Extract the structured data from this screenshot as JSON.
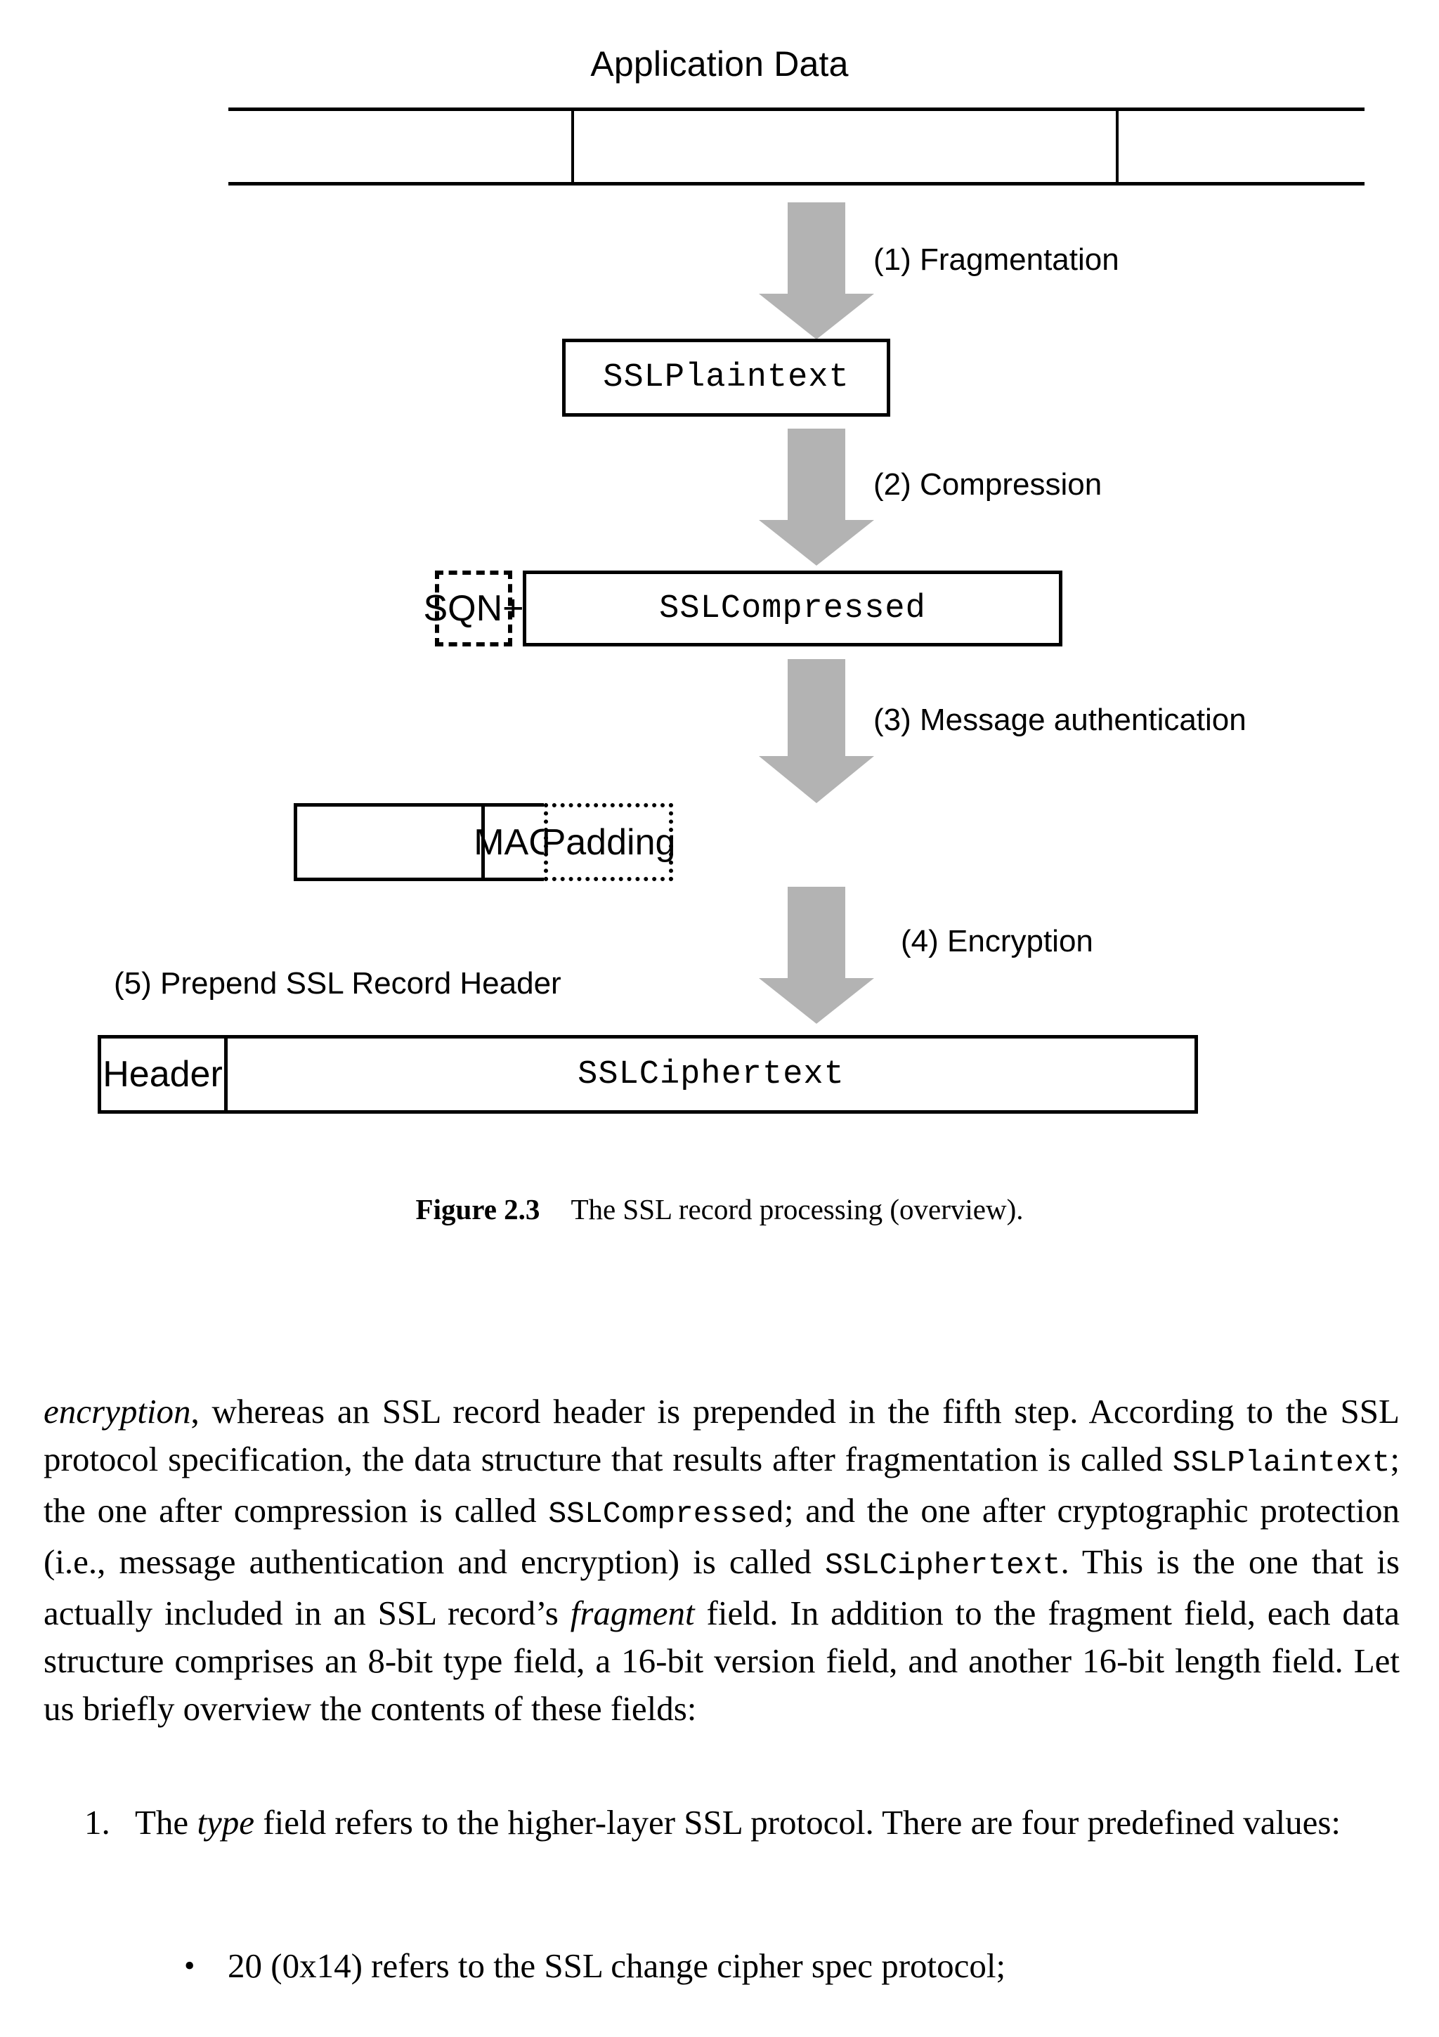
{
  "figure": {
    "title": "Application Data",
    "boxes": {
      "plaintext": "SSLPlaintext",
      "sqn": "SQN+",
      "compressed": "SSLCompressed",
      "mac": "MAC",
      "padding": "Padding",
      "header": "Header",
      "ciphertext": "SSLCiphertext"
    },
    "steps": [
      {
        "id": "1",
        "label": "(1) Fragmentation"
      },
      {
        "id": "2",
        "label": "(2) Compression"
      },
      {
        "id": "3",
        "label": "(3) Message authentication"
      },
      {
        "id": "4",
        "label": "(4) Encryption"
      },
      {
        "id": "5",
        "label": "(5) Prepend SSL Record Header"
      }
    ],
    "arrow_color": "#b3b3b3",
    "caption": {
      "number": "Figure 2.3",
      "text": "The SSL record processing (overview)."
    }
  },
  "body": {
    "paragraph_parts": {
      "p1a": "encryption",
      "p1b": ", whereas an SSL record header is prepended in the fifth step. According to the SSL protocol specification, the data structure that results after fragmentation is called ",
      "p1c": "SSLPlaintext",
      "p1d": "; the one after compression is called ",
      "p1e": "SSLCompressed",
      "p1f": "; and the one after cryptographic protection (i.e., message authentication and encryption) is called ",
      "p1g": "SSLCiphertext",
      "p1h": ". This is the one that is actually included in an SSL record’s ",
      "p1i": "fragment",
      "p1j": " field. In addition to the fragment field, each data structure comprises an 8-bit type field, a 16-bit version field, and another 16-bit length field. Let us briefly overview the contents of these fields:"
    },
    "numbered_list": [
      {
        "number": "1.",
        "text_a": "The ",
        "text_em": "type",
        "text_b": " field refers to the higher-layer SSL protocol. There are four predefined values:"
      }
    ],
    "bullet_list": [
      {
        "marker": "•",
        "text": "20 (0x14) refers to the SSL change cipher spec protocol;"
      }
    ]
  }
}
